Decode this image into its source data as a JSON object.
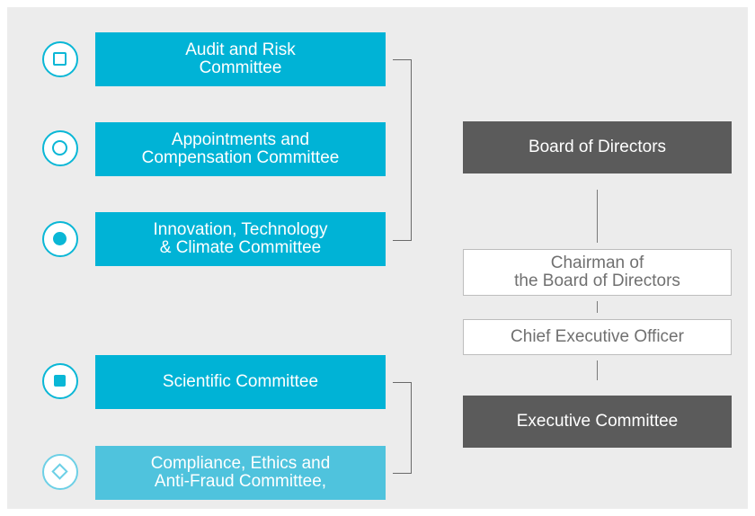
{
  "committees": [
    {
      "label": "Audit and Risk\nCommittee",
      "icon": "square-outline-icon",
      "color": "#00b3d6"
    },
    {
      "label": "Appointments and\nCompensation Committee",
      "icon": "circle-outline-icon",
      "color": "#00b3d6"
    },
    {
      "label": "Innovation, Technology\n& Climate Committee",
      "icon": "filled-circle-icon",
      "color": "#00b3d6"
    },
    {
      "label": "Scientific Committee",
      "icon": "filled-square-icon",
      "color": "#00b3d6"
    },
    {
      "label": "Compliance, Ethics and\nAnti-Fraud Committee,",
      "icon": "diamond-outline-icon",
      "color": "#4fc3dd"
    }
  ],
  "governance": {
    "board": "Board of Directors",
    "chairman": "Chairman of\nthe Board of Directors",
    "ceo": "Chief Executive Officer",
    "executive_committee": "Executive Committee"
  },
  "colors": {
    "accent": "#00b3d6",
    "accent_light": "#4fc3dd",
    "dark_box": "#5b5b5b",
    "background": "#ececec"
  }
}
